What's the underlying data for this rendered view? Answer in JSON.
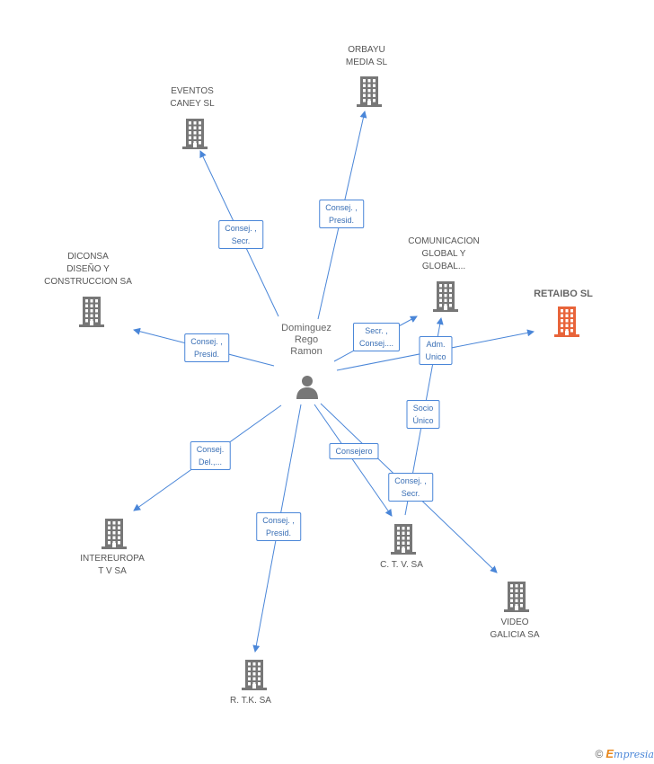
{
  "diagram": {
    "center": {
      "label_lines": [
        "Dominguez",
        "Rego",
        "Ramon"
      ]
    },
    "companies": [
      {
        "id": "orbayu",
        "lines": [
          "ORBAYU",
          "MEDIA SL"
        ],
        "main": false,
        "color": "#777777"
      },
      {
        "id": "eventos",
        "lines": [
          "EVENTOS",
          "CANEY  SL"
        ],
        "main": false,
        "color": "#777777"
      },
      {
        "id": "comunicacion",
        "lines": [
          "COMUNICACION",
          "GLOBAL Y",
          "GLOBAL..."
        ],
        "main": false,
        "color": "#777777"
      },
      {
        "id": "retaibo",
        "lines": [
          "RETAIBO SL"
        ],
        "main": true,
        "color": "#e8643a"
      },
      {
        "id": "diconsa",
        "lines": [
          "DICONSA",
          "DISEÑO Y",
          "CONSTRUCCION SA"
        ],
        "main": false,
        "color": "#777777"
      },
      {
        "id": "intereuropa",
        "lines": [
          "INTEREUROPA",
          "T V SA"
        ],
        "main": false,
        "color": "#777777"
      },
      {
        "id": "ctv",
        "lines": [
          "C. T. V. SA"
        ],
        "main": false,
        "color": "#777777"
      },
      {
        "id": "video",
        "lines": [
          "VIDEO",
          "GALICIA SA"
        ],
        "main": false,
        "color": "#777777"
      },
      {
        "id": "rtk",
        "lines": [
          "R. T.K. SA"
        ],
        "main": false,
        "color": "#777777"
      }
    ],
    "relations": [
      {
        "target": "orbayu",
        "label_lines": [
          "Consej. ,",
          "Presid."
        ]
      },
      {
        "target": "eventos",
        "label_lines": [
          "Consej. ,",
          "Secr."
        ]
      },
      {
        "target": "comunicacion",
        "label_lines": [
          "Secr. ,",
          "Consej...."
        ]
      },
      {
        "target": "retaibo",
        "label_lines": [
          "Adm.",
          "Unico"
        ]
      },
      {
        "target": "diconsa",
        "label_lines": [
          "Consej. ,",
          "Presid."
        ]
      },
      {
        "target": "intereuropa",
        "label_lines": [
          "Consej.",
          "Del.,..."
        ]
      },
      {
        "target": "ctv",
        "label_lines": [
          "Consejero"
        ]
      },
      {
        "target": "video",
        "label_lines": [
          "Consej. ,",
          "Secr."
        ]
      },
      {
        "target": "rtk",
        "label_lines": [
          "Consej. ,",
          "Presid."
        ]
      },
      {
        "from": "ctv",
        "target": "comunicacion",
        "label_lines": [
          "Socio",
          "Único"
        ]
      }
    ],
    "colors": {
      "edge": "#4a86d8",
      "label_text": "#3a6fb5",
      "building": "#777777",
      "main_building": "#e8643a",
      "person": "#777777"
    }
  },
  "footer": {
    "copyright": "©",
    "brand_e": "E",
    "brand_rest": "mpresia"
  }
}
